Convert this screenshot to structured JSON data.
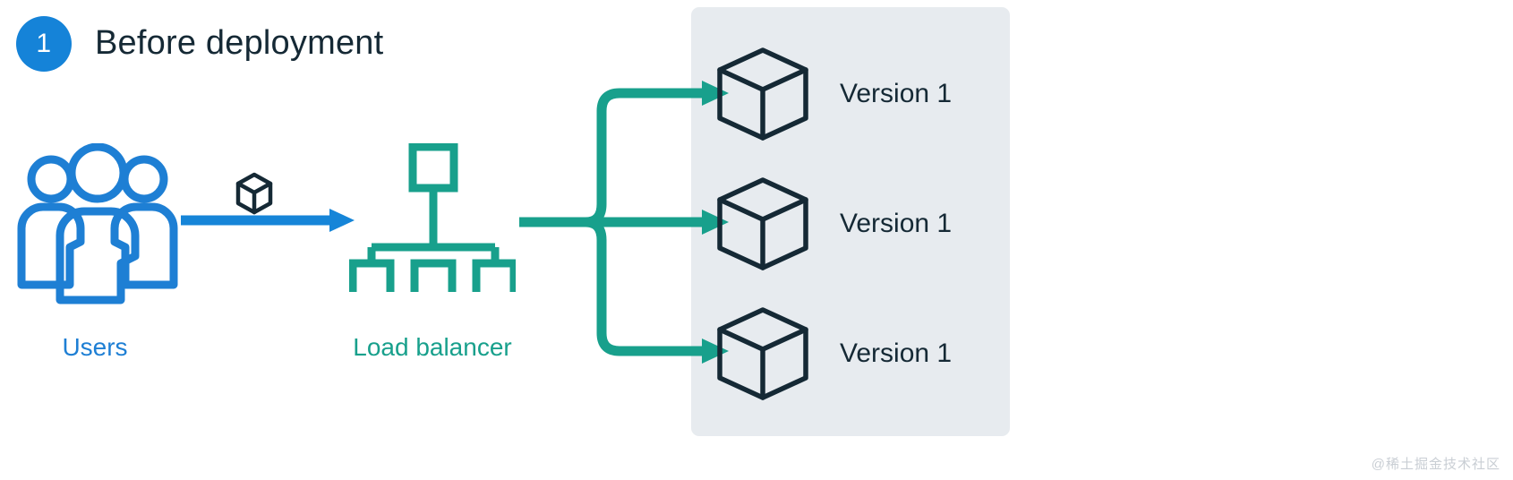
{
  "diagram": {
    "step_number": "1",
    "title": "Before deployment",
    "watermark": "@稀土掘金技术社区"
  },
  "colors": {
    "blue": "#1E7FD4",
    "badge_blue": "#1583D8",
    "teal": "#18A08C",
    "dark": "#152935",
    "panel_gray": "#E7EBEF",
    "background": "#FFFFFF"
  },
  "nodes": {
    "users": {
      "label": "Users",
      "icon": "users-group-icon"
    },
    "package": {
      "icon": "cube-icon"
    },
    "load_balancer": {
      "label": "Load balancer",
      "icon": "hierarchy-icon"
    }
  },
  "versions": [
    {
      "label": "Version 1",
      "icon": "cube-icon"
    },
    {
      "label": "Version 1",
      "icon": "cube-icon"
    },
    {
      "label": "Version 1",
      "icon": "cube-icon"
    }
  ],
  "connectors": {
    "users_to_lb": "blue-arrow",
    "lb_to_versions": "teal-branch-arrow"
  }
}
